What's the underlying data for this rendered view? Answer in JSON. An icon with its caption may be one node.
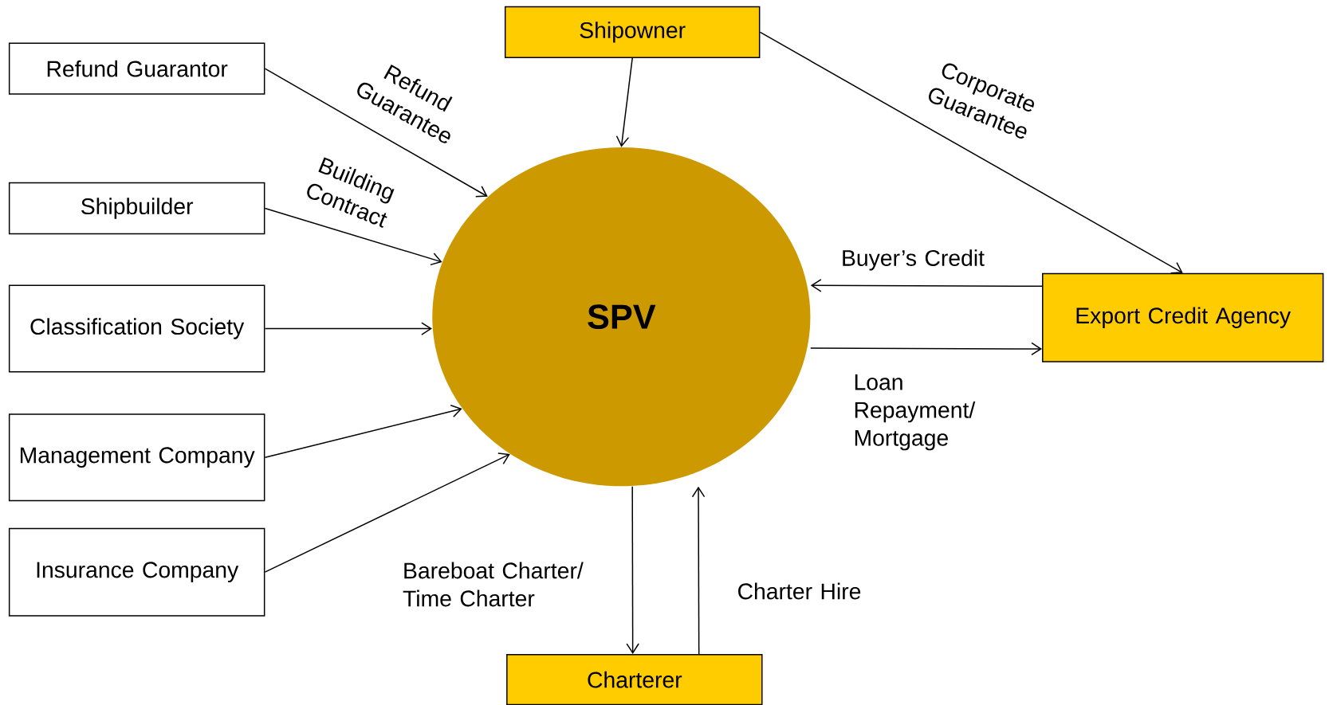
{
  "diagram": {
    "nodes": [
      {
        "text": [
          "Shipowner"
        ]
      },
      {
        "text": [
          "Refund Guarantor"
        ]
      },
      {
        "text": [
          "Shipbuilder"
        ]
      },
      {
        "text": [
          "Classification Society"
        ]
      },
      {
        "text": [
          "Management Company"
        ]
      },
      {
        "text": [
          "Insurance Company"
        ]
      },
      {
        "text": [
          "SPV"
        ]
      },
      {
        "text": [
          "Export Credit Agency"
        ]
      },
      {
        "text": [
          "Charterer"
        ]
      }
    ],
    "edges": [
      {
        "from": 0,
        "to": 6,
        "arrow": "to"
      },
      {
        "from": 1,
        "to": 6,
        "arrow": "to",
        "label": "Refund Guarantee"
      },
      {
        "from": 2,
        "to": 6,
        "arrow": "to",
        "label": "Building Contract"
      },
      {
        "from": 3,
        "to": 6,
        "arrow": "to"
      },
      {
        "from": 4,
        "to": 6,
        "arrow": "to"
      },
      {
        "from": 5,
        "to": 6,
        "arrow": "to"
      },
      {
        "from": 0,
        "to": 7,
        "arrow": "to",
        "label": "Corporate Guarantee"
      },
      {
        "from": 7,
        "to": 6,
        "arrow": "to",
        "label": "Buyer’s Credit"
      },
      {
        "from": 6,
        "to": 7,
        "arrow": "to",
        "label": "Loan Repayment/ Mortgage"
      },
      {
        "from": 6,
        "to": 8,
        "arrow": "to",
        "label": "Bareboat Charter/ Time Charter"
      },
      {
        "from": 8,
        "to": 6,
        "arrow": "to",
        "label": "Charter Hire"
      }
    ]
  }
}
